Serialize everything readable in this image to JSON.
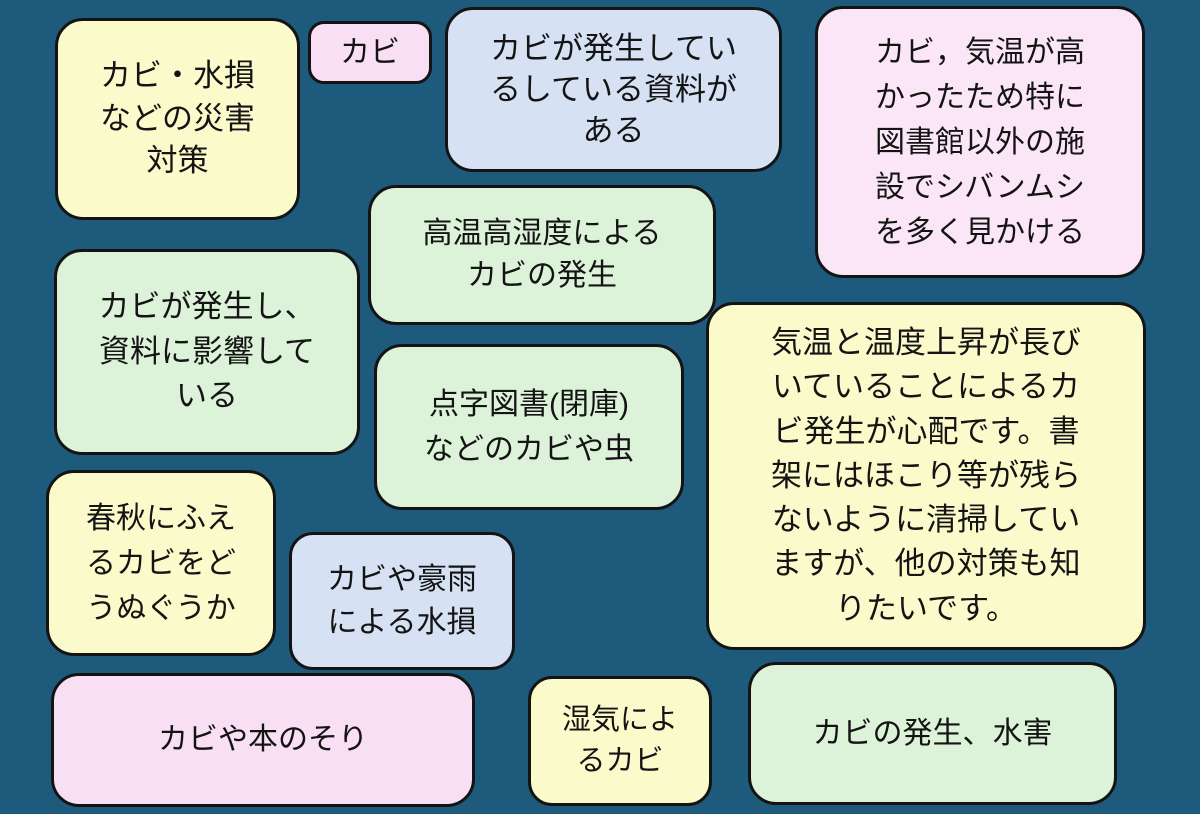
{
  "palette": {
    "background": "#1E5A7B",
    "note_yellow": "#FBFACB",
    "note_green": "#DCF2D9",
    "note_blue": "#D6E2F4",
    "note_pink": "#F9DFF4",
    "border": "#141414",
    "text": "#141414"
  },
  "notes": [
    {
      "id": "disaster-countermeasures",
      "color": "yellow",
      "text": "カビ・水損\nなどの災害\n対策"
    },
    {
      "id": "kabi-tag",
      "color": "pink",
      "text": "カビ"
    },
    {
      "id": "kabi-materials-exist",
      "color": "blue",
      "text": "カビが発生してい\nるしている資料が\nある"
    },
    {
      "id": "kabi-shibanmushi",
      "color": "pink-light",
      "text": "カビ，気温が高\nかったため特に\n図書館以外の施\n設でシバンムシ\nを多く見かける"
    },
    {
      "id": "high-temp-humidity-mold",
      "color": "green",
      "text": "高温高湿度による\nカビの発生"
    },
    {
      "id": "mold-affecting-materials",
      "color": "green",
      "text": "カビが発生し、\n資料に影響して\nいる"
    },
    {
      "id": "braille-books-mold-insects",
      "color": "green",
      "text": "点字図書(閉庫)\nなどのカビや虫"
    },
    {
      "id": "long-heat-mold-worry",
      "color": "yellow",
      "text": "気温と温度上昇が長び\nいていることによるカ\nビ発生が心配です。書\n架にはほこり等が残ら\nないように清掃してい\nますが、他の対策も知\nりたいです。"
    },
    {
      "id": "spring-autumn-mold",
      "color": "yellow",
      "text": "春秋にふえ\nるカビをど\nうぬぐうか"
    },
    {
      "id": "mold-heavy-rain-water-damage",
      "color": "blue",
      "text": "カビや豪雨\nによる水損"
    },
    {
      "id": "mold-book-warping",
      "color": "pink",
      "text": "カビや本のそり"
    },
    {
      "id": "humidity-mold",
      "color": "yellow",
      "text": "湿気によ\nるカビ"
    },
    {
      "id": "mold-flood-damage",
      "color": "green",
      "text": "カビの発生、水害"
    }
  ]
}
